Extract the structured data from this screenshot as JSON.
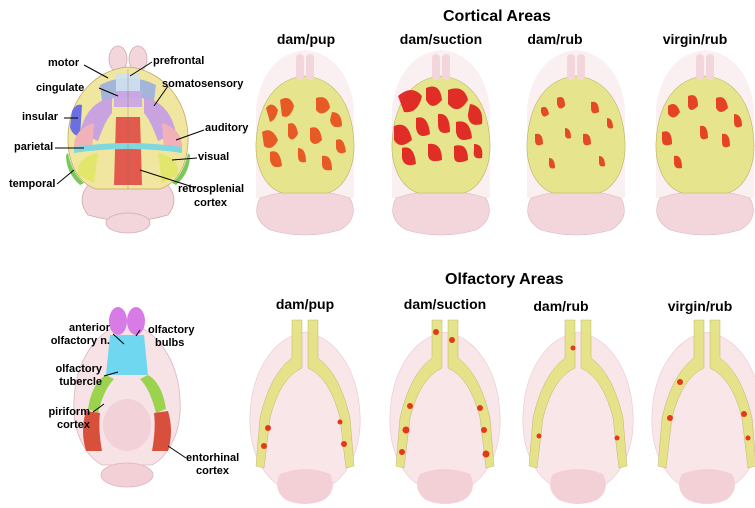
{
  "cortical": {
    "title": "Cortical Areas",
    "columns": [
      "dam/pup",
      "dam/suction",
      "dam/rub",
      "virgin/rub"
    ],
    "labels": {
      "motor": "motor",
      "prefrontal": "prefrontal",
      "cingulate": "cingulate",
      "somatosensory": "somatosensory",
      "insular": "insular",
      "auditory": "auditory",
      "parietal": "parietal",
      "visual": "visual",
      "temporal": "temporal",
      "retrosplenial": "retrosplenial",
      "retrosplenial2": "cortex"
    }
  },
  "olfactory": {
    "title": "Olfactory Areas",
    "columns": [
      "dam/pup",
      "dam/suction",
      "dam/rub",
      "virgin/rub"
    ],
    "labels": {
      "anterior1": "anterior",
      "anterior2": "olfactory n.",
      "bulbs1": "olfactory",
      "bulbs2": "bulbs",
      "tubercle1": "olfactory",
      "tubercle2": "tubercle",
      "piriform1": "piriform",
      "piriform2": "cortex",
      "entorhinal1": "entorhinal",
      "entorhinal2": "cortex"
    }
  },
  "colors": {
    "brain_shell": "#f3d6dc",
    "cortex_yellow": "#e6e58e",
    "activation_red": "#e5271d",
    "motor": "#9ab0e0",
    "cingulate": "#c9a6e6",
    "somatosensory": "#c39be6",
    "insular": "#6b6fe0",
    "auditory": "#f2b0b8",
    "parietal": "#7fd8df",
    "visual": "#e2e66a",
    "temporal": "#7ac95c",
    "retrosplenial": "#e04a44",
    "olfactory_bulbs": "#d77be6",
    "olfactory_tubercle": "#6fd7ef",
    "piriform": "#9bd34f",
    "entorhinal": "#d8503c"
  }
}
